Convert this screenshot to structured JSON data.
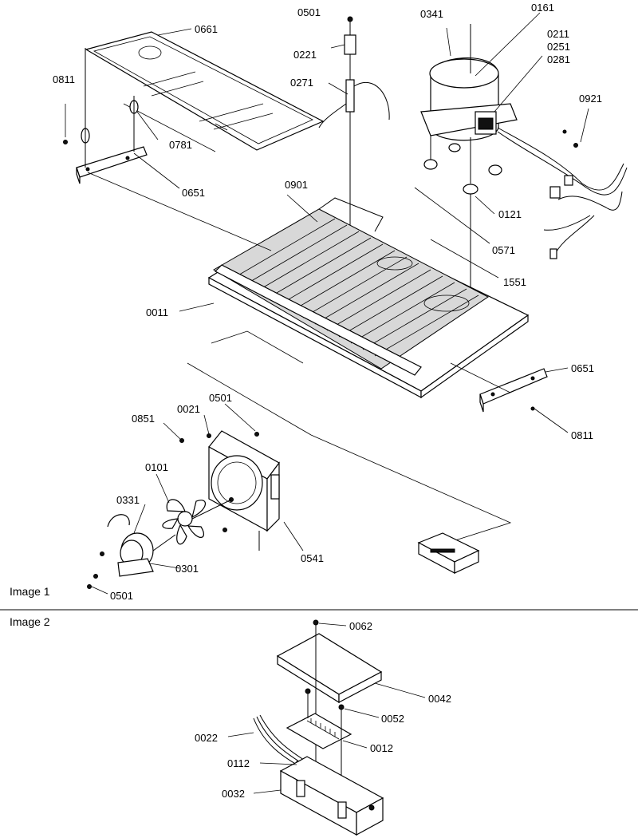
{
  "image1": {
    "caption": "Image 1",
    "callouts": {
      "c0501_top": "0501",
      "c0341": "0341",
      "c0161": "0161",
      "c0211": "0211",
      "c0251": "0251",
      "c0281": "0281",
      "c0661": "0661",
      "c0221": "0221",
      "c0271": "0271",
      "c0811_left": "0811",
      "c0781": "0781",
      "c0921": "0921",
      "c0651_left": "0651",
      "c0901": "0901",
      "c0121": "0121",
      "c0571": "0571",
      "c1551": "1551",
      "c0011": "0011",
      "c0651_right": "0651",
      "c0811_right": "0811",
      "c0851": "0851",
      "c0021": "0021",
      "c0501_mid": "0501",
      "c0101": "0101",
      "c0331": "0331",
      "c0541": "0541",
      "c0301": "0301",
      "c0501_bottom": "0501"
    }
  },
  "image2": {
    "caption": "Image 2",
    "callouts": {
      "c0062": "0062",
      "c0042": "0042",
      "c0052": "0052",
      "c0022": "0022",
      "c0012": "0012",
      "c0112": "0112",
      "c0032": "0032"
    }
  }
}
